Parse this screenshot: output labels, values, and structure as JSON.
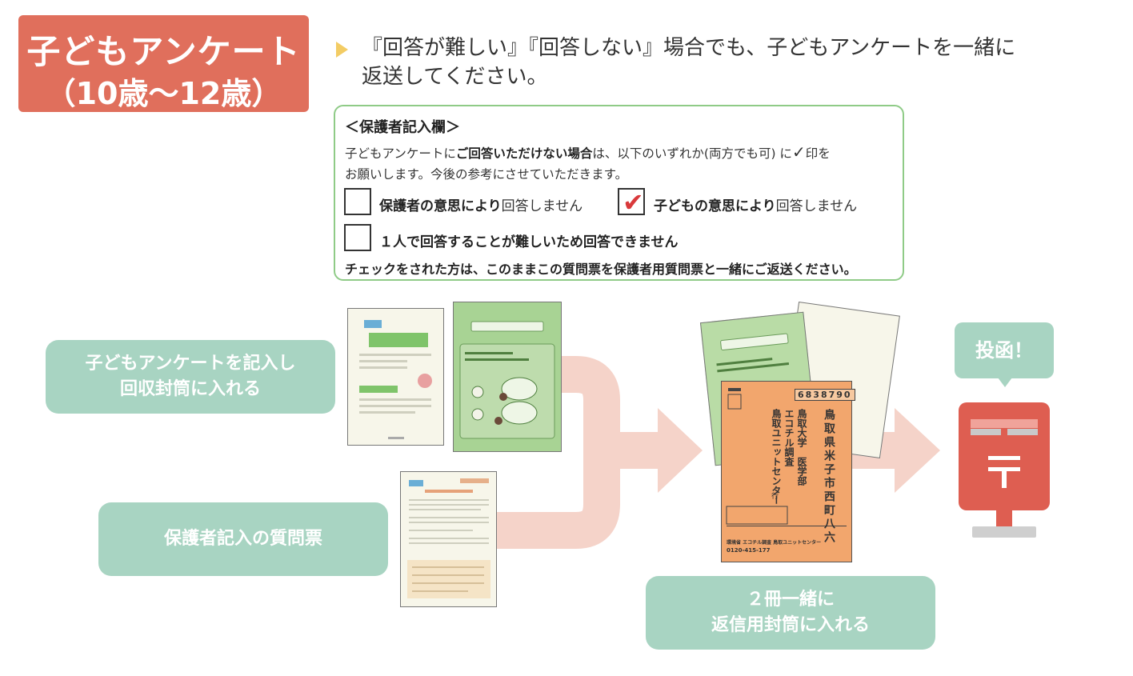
{
  "title": {
    "line1": "子どもアンケート",
    "line2": "（10歳〜12歳）"
  },
  "notice": {
    "line1": "『回答が難しい』『回答しない』場合でも、子どもアンケートを一緒に",
    "line2": "返送してください。"
  },
  "guardian_box": {
    "heading": "＜保護者記入欄＞",
    "body_pre": "子どもアンケートに",
    "body_bold": "ご回答いただけない場合",
    "body_post": "は、以下のいずれか(両方でも可) に",
    "body_mark": "✓",
    "body_post2": "印を",
    "body_line2": "お願いします。今後の参考にさせていただきます。",
    "options": [
      {
        "bold": "保護者の意思により",
        "rest": "回答しません",
        "checked": false
      },
      {
        "bold": "子どもの意思により",
        "rest": "回答しません",
        "checked": true,
        "mark": "✔"
      },
      {
        "bold": "１人で回答することが難しいため回答できません",
        "rest": "",
        "checked": false
      }
    ],
    "footer": "チェックをされた方は、このままこの質問票を保護者用質問票と一緒にご返送ください。"
  },
  "flow": {
    "step1": {
      "line1": "子どもアンケートを記入し",
      "line2": "回収封筒に入れる"
    },
    "step2": {
      "label": "保護者記入の質問票"
    },
    "step3": {
      "line1": "２冊一緒に",
      "line2": "返信用封筒に入れる"
    },
    "post_bubble": "投函！"
  },
  "envelope": {
    "postal_code": "6838790",
    "addr_line1": "鳥取県米子市西町八六",
    "addr_line2": "鳥取大学　医学部",
    "addr_line3": "エコチル調査",
    "addr_line4": "鳥取ユニットセンター",
    "addr_suffix": "行",
    "footer": "環境省 エコチル調査 鳥取ユニットセンター",
    "phone": "0120-415-177"
  },
  "colors": {
    "title_bg": "#e06f5c",
    "accent_green": "#8fcb87",
    "label_teal": "#a8d4c2",
    "arrow_pink": "#f5d3c9",
    "envelope_orange": "#f2a66d",
    "postbox_red": "#de5e51",
    "check_red": "#d9393b"
  }
}
